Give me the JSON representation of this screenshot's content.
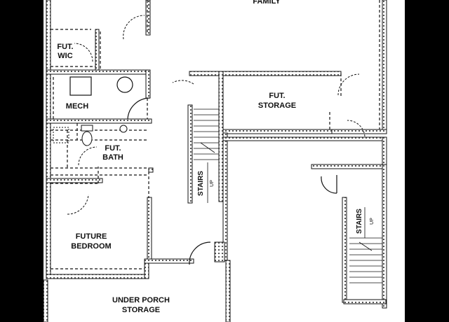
{
  "rooms": {
    "family": "FAMILY",
    "fut_wic": [
      "FUT.",
      "WIC"
    ],
    "mech": "MECH",
    "fut_storage": [
      "FUT.",
      "STORAGE"
    ],
    "fut_bath": [
      "FUT.",
      "BATH"
    ],
    "future_bedroom": [
      "FUTURE",
      "BEDROOM"
    ],
    "under_porch_storage": [
      "UNDER PORCH",
      "STORAGE"
    ]
  },
  "stairs": [
    {
      "label": "STAIRS",
      "direction": "UP"
    },
    {
      "label": "STAIRS",
      "direction": "UP"
    }
  ],
  "colors": {
    "background": "#000000",
    "paper": "#ffffff",
    "line": "#111111"
  }
}
